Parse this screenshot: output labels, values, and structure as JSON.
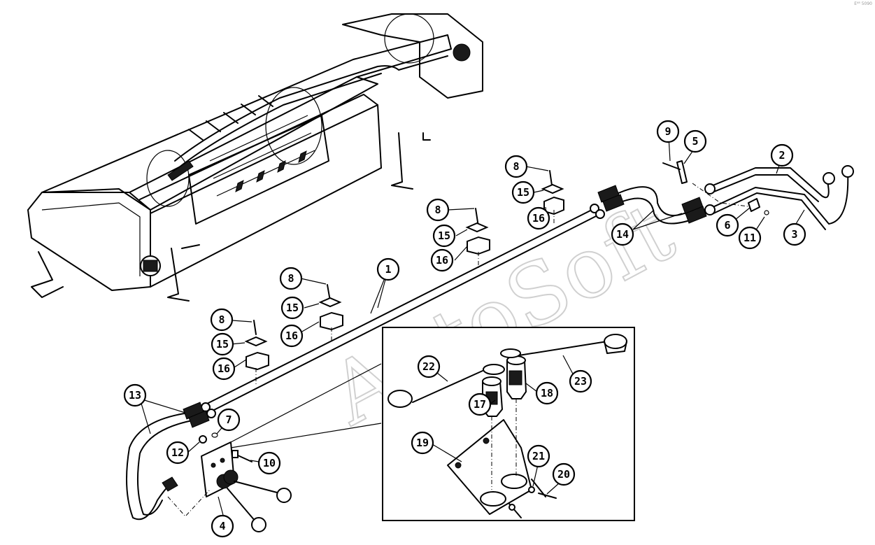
{
  "watermark": "AutoSoft",
  "corner_mark": "E⁴⁸ 5090",
  "callouts": [
    "1",
    "2",
    "3",
    "4",
    "5",
    "6",
    "7",
    "8",
    "9",
    "10",
    "11",
    "12",
    "13",
    "14",
    "15",
    "16",
    "17",
    "18",
    "19",
    "20",
    "21",
    "22",
    "23"
  ]
}
